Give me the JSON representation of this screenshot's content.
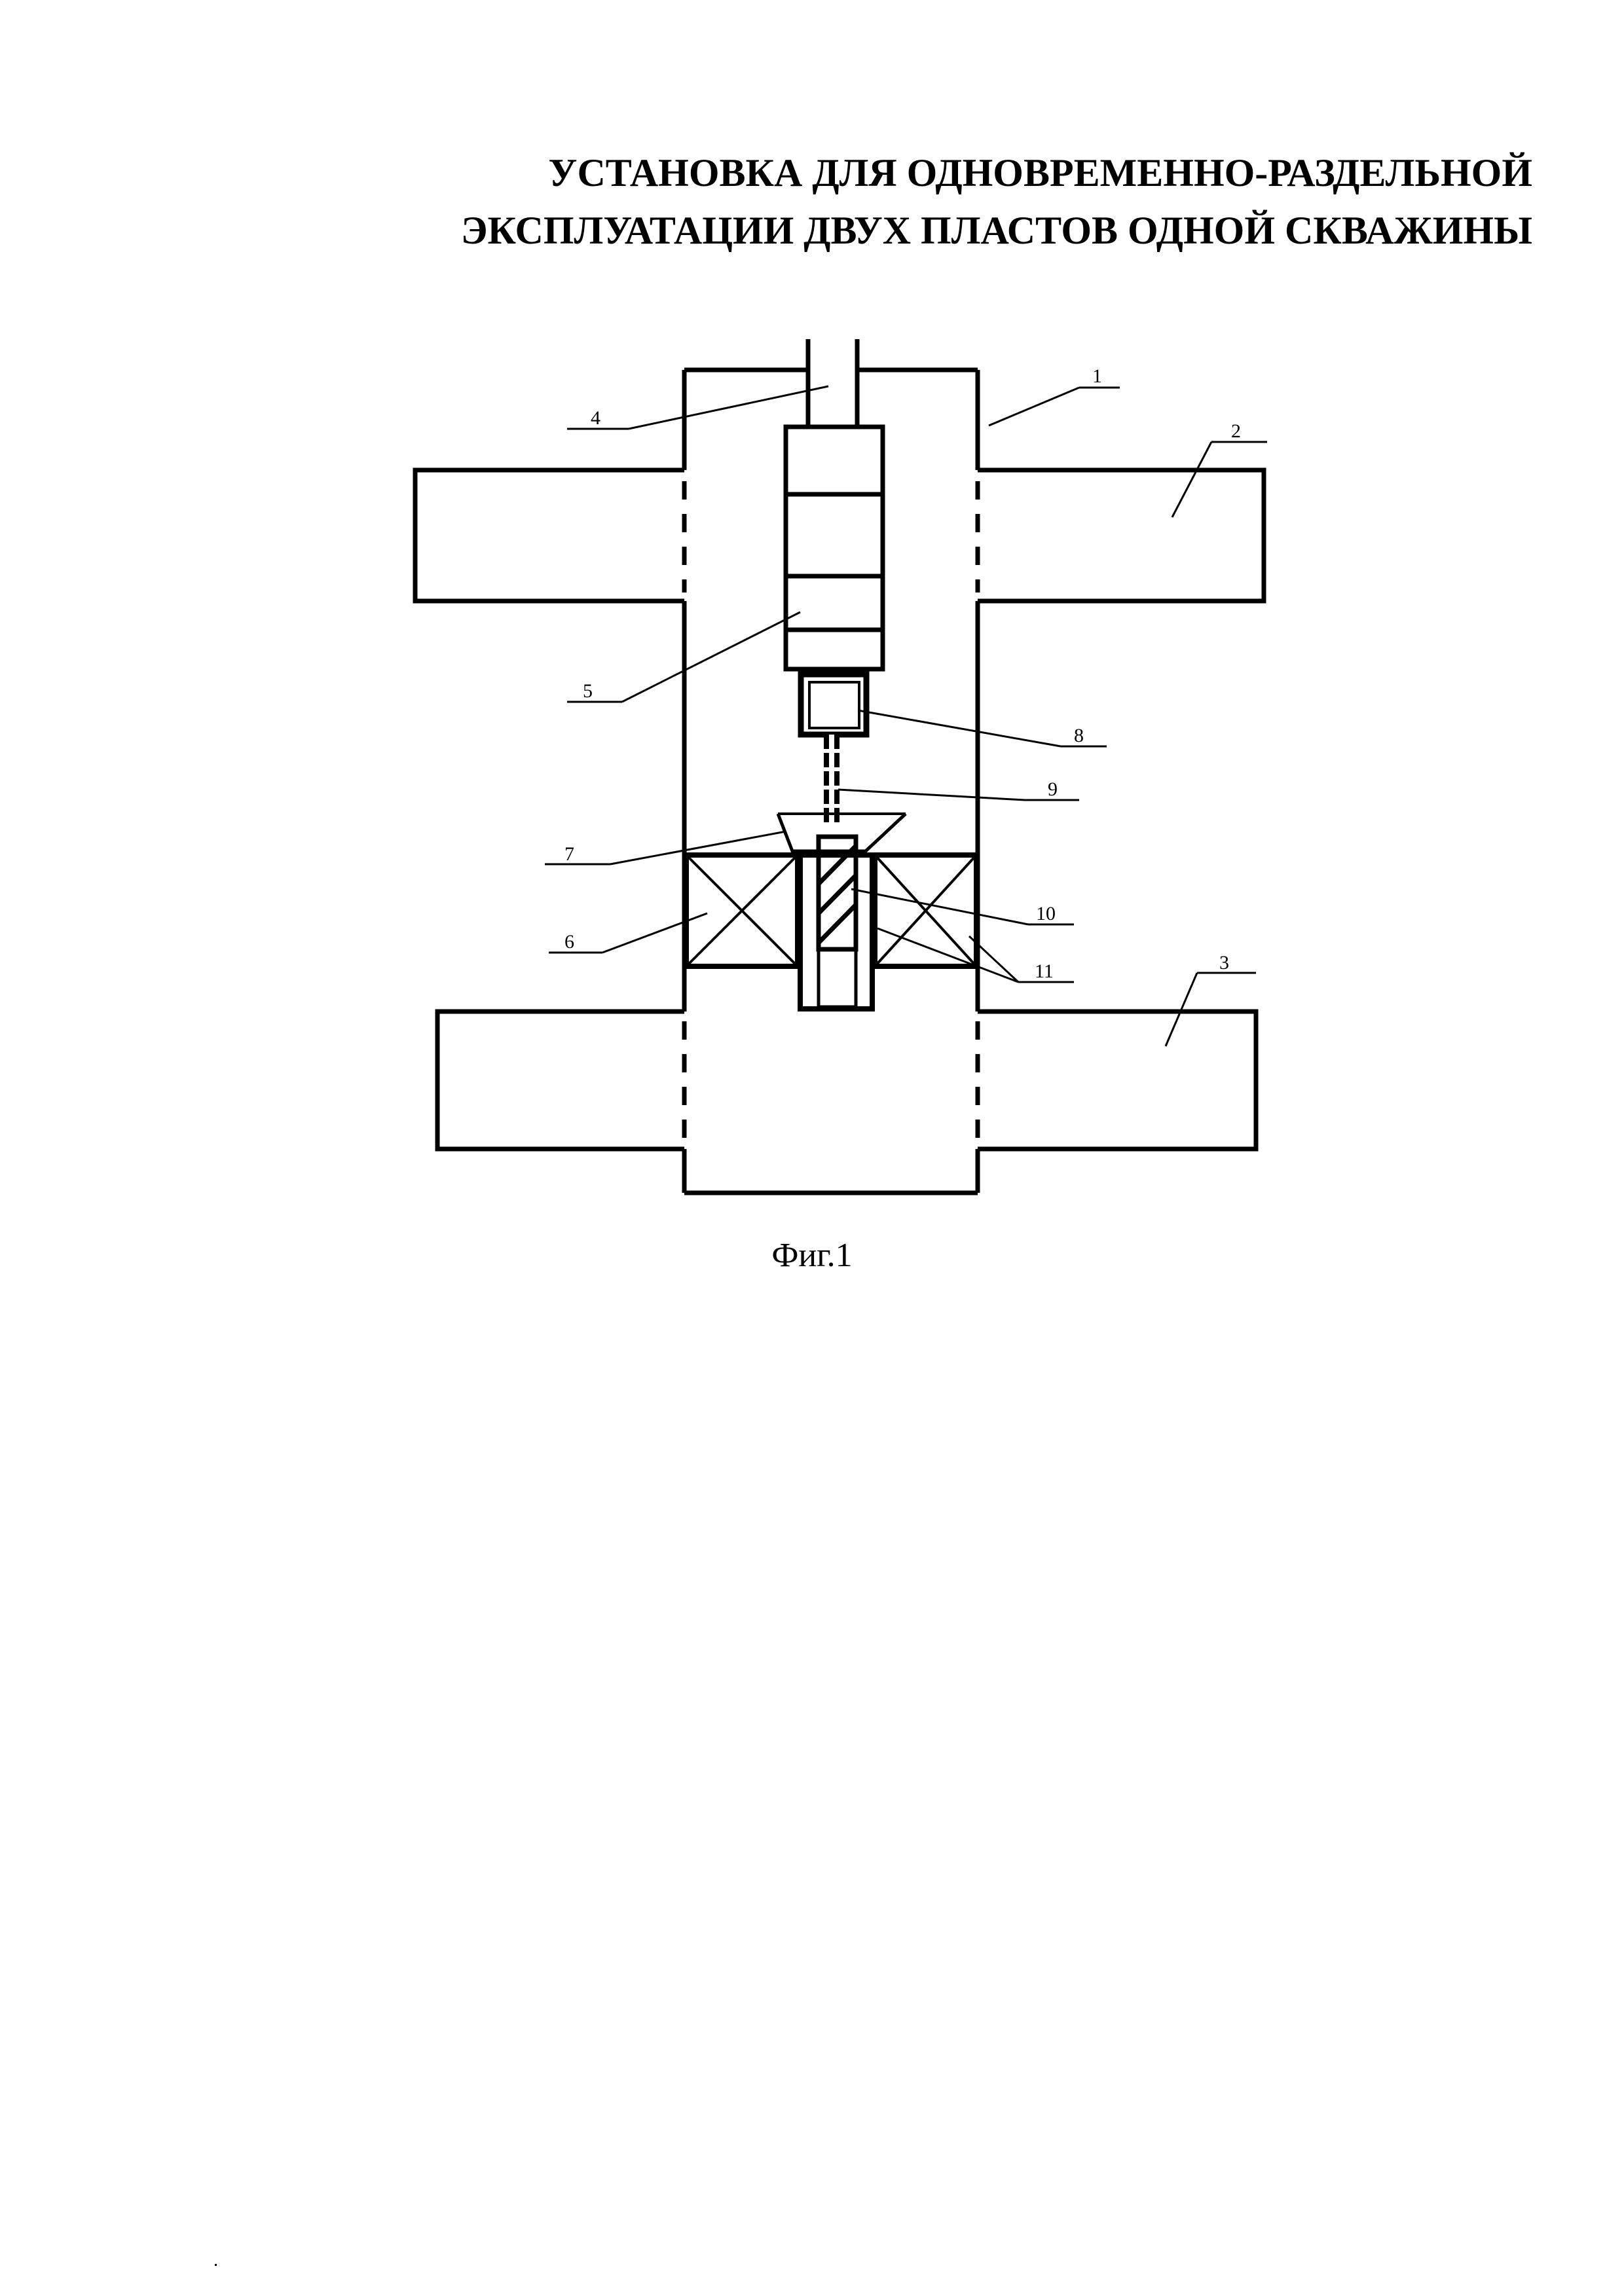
{
  "document": {
    "title_lines": [
      "УСТАНОВКА ДЛЯ ОДНОВРЕМЕННО-РАЗДЕЛЬНОЙ",
      "ЭКСПЛУАТАЦИИ ДВУХ ПЛАСТОВ ОДНОЙ СКВАЖИНЫ"
    ],
    "caption": "Фиг.1"
  },
  "labels": {
    "l1": "1",
    "l2": "2",
    "l3": "3",
    "l4": "4",
    "l5": "5",
    "l6": "6",
    "l7": "7",
    "l8": "8",
    "l9": "9",
    "l10": "10",
    "l11": "11"
  }
}
